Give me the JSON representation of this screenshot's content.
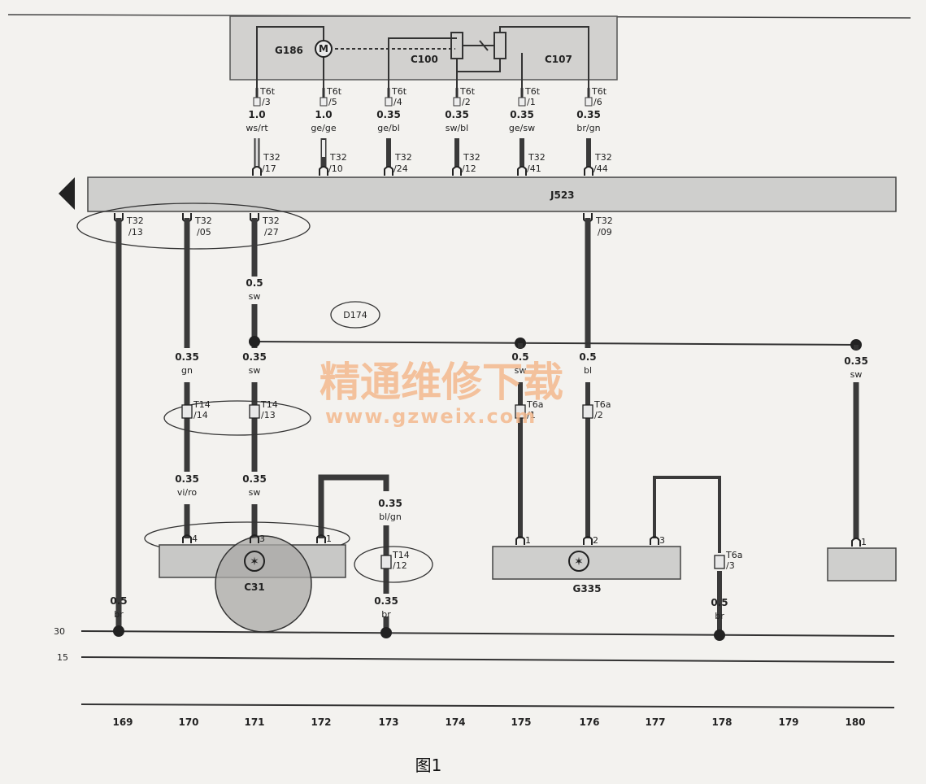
{
  "components": {
    "g186": "G186",
    "g186_symbol": "M",
    "c100": "C100",
    "c107": "C107",
    "j523": "J523",
    "d174": "D174",
    "c31": "C31",
    "g335": "G335"
  },
  "top_connectors": [
    {
      "conn": "T6t",
      "pin": "/3",
      "size": "1.0",
      "color": "ws/rt",
      "j_conn": "T32",
      "j_pin": "/17"
    },
    {
      "conn": "T6t",
      "pin": "/5",
      "size": "1.0",
      "color": "ge/ge",
      "j_conn": "T32",
      "j_pin": "/10"
    },
    {
      "conn": "T6t",
      "pin": "/4",
      "size": "0.35",
      "color": "ge/bl",
      "j_conn": "T32",
      "j_pin": "/24"
    },
    {
      "conn": "T6t",
      "pin": "/2",
      "size": "0.35",
      "color": "sw/bl",
      "j_conn": "T32",
      "j_pin": "/12"
    },
    {
      "conn": "T6t",
      "pin": "/1",
      "size": "0.35",
      "color": "ge/sw",
      "j_conn": "T32",
      "j_pin": "/41"
    },
    {
      "conn": "T6t",
      "pin": "/6",
      "size": "0.35",
      "color": "br/gn",
      "j_conn": "T32",
      "j_pin": "/44"
    }
  ],
  "lower_connectors": [
    {
      "conn": "T32",
      "pin": "/13"
    },
    {
      "conn": "T32",
      "pin": "/05"
    },
    {
      "conn": "T32",
      "pin": "/27"
    },
    {
      "conn": "T32",
      "pin": "/09"
    }
  ],
  "wires": {
    "w171_upper": {
      "size": "0.5",
      "color": "sw"
    },
    "w170_mid": {
      "size": "0.35",
      "color": "gn"
    },
    "w171_mid": {
      "size": "0.35",
      "color": "sw"
    },
    "w175_mid": {
      "size": "0.5",
      "color": "sw"
    },
    "w176_mid": {
      "size": "0.5",
      "color": "bl"
    },
    "w180_mid": {
      "size": "0.35",
      "color": "sw"
    },
    "w170_low": {
      "size": "0.35",
      "color": "vi/ro"
    },
    "w171_low": {
      "size": "0.35",
      "color": "sw"
    },
    "w173_low": {
      "size": "0.35",
      "color": "bl/gn"
    },
    "w169_gnd": {
      "size": "0.5",
      "color": "br"
    },
    "w173_gnd": {
      "size": "0.35",
      "color": "br"
    },
    "w178_gnd": {
      "size": "0.5",
      "color": "br"
    }
  },
  "inline_connectors": {
    "t14_a": {
      "conn": "T14",
      "pin": "/14"
    },
    "t14_b": {
      "conn": "T14",
      "pin": "/13"
    },
    "t6a_a": {
      "conn": "T6a",
      "pin": "/1"
    },
    "t6a_b": {
      "conn": "T6a",
      "pin": "/2"
    },
    "t14_c": {
      "conn": "T14",
      "pin": "/12"
    },
    "t6a_c": {
      "conn": "T6a",
      "pin": "/3"
    }
  },
  "pins": {
    "c31_p4": "4",
    "c31_p3": "3",
    "c31_p1": "1",
    "g335_p1": "1",
    "g335_p2": "2",
    "g335_p3": "3",
    "r180_p1": "1"
  },
  "rail_labels": {
    "r1": "30",
    "r2": "15"
  },
  "columns": [
    "169",
    "170",
    "171",
    "172",
    "173",
    "174",
    "175",
    "176",
    "177",
    "178",
    "179",
    "180"
  ],
  "watermark": {
    "cn": "精通维修下载",
    "url": "www.gzweix.com"
  },
  "caption": "图1",
  "colors": {
    "wire": "#3a3a3a",
    "panel": "#d2d1cf",
    "watermark": "#f3b98e"
  }
}
